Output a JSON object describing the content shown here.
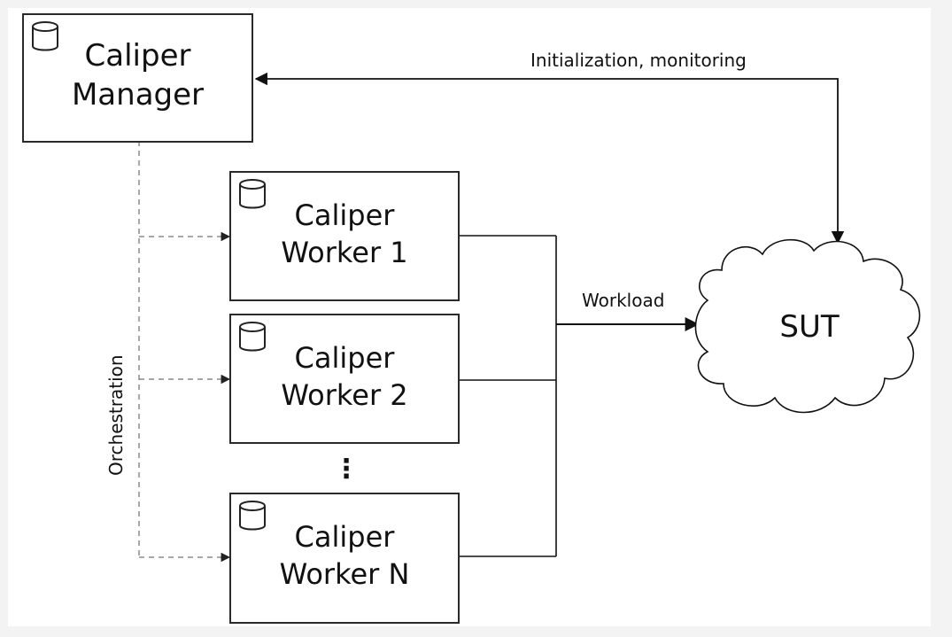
{
  "manager": {
    "line1": "Caliper",
    "line2": "Manager"
  },
  "workers": [
    {
      "line1": "Caliper",
      "line2": "Worker 1"
    },
    {
      "line1": "Caliper",
      "line2": "Worker 2"
    },
    {
      "line1": "Caliper",
      "line2": "Worker N"
    }
  ],
  "sut": {
    "label": "SUT"
  },
  "edges": {
    "init_monitoring": "Initialization, monitoring",
    "workload": "Workload",
    "orchestration": "Orchestration"
  },
  "ellipsis": "⋮",
  "icons": {
    "worker": "database-icon",
    "manager": "database-icon"
  },
  "colors": {
    "line": "#111111",
    "dashed_line": "#8a8a8a",
    "canvas_bg": "#ffffff",
    "page_bg": "#f3f3f3"
  }
}
